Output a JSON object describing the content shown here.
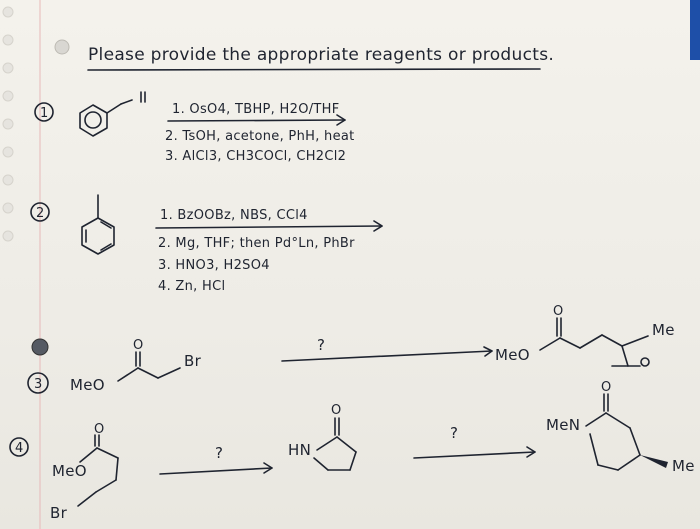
{
  "heading": "Please provide the appropriate reagents or products.",
  "problems": [
    {
      "number": "1",
      "reagents": [
        "1. OsO4, TBHP, H2O/THF",
        "2. TsOH, acetone, PhH, heat",
        "3. AlCl3, CH3COCl, CH2Cl2"
      ]
    },
    {
      "number": "2",
      "reagents": [
        "1. BzOOBz, NBS, CCl4",
        "2. Mg, THF; then Pd°Ln, PhBr",
        "3. HNO3, H2SO4",
        "4. Zn, HCl"
      ]
    },
    {
      "number": "3",
      "start_labels": {
        "left": "MeO",
        "right": "Br",
        "carbonyl": "O"
      },
      "arrow_label": "?",
      "product_labels": {
        "left": "MeO",
        "methyl": "Me",
        "carbonyl": "O"
      }
    },
    {
      "number": "4",
      "start_labels": {
        "ester": "MeO",
        "halide": "Br",
        "carbonyl": "O"
      },
      "arrow1_label": "?",
      "intermediate_labels": {
        "nh": "HN",
        "carbonyl": "O"
      },
      "arrow2_label": "?",
      "product_labels": {
        "amine": "MeN",
        "methyl": "Me",
        "carbonyl": "O"
      }
    }
  ],
  "colors": {
    "ink": "#1f2430",
    "paper": "#f1efe9",
    "margin_line": "#e7b9b9",
    "rule_line": "#c9d4df"
  }
}
